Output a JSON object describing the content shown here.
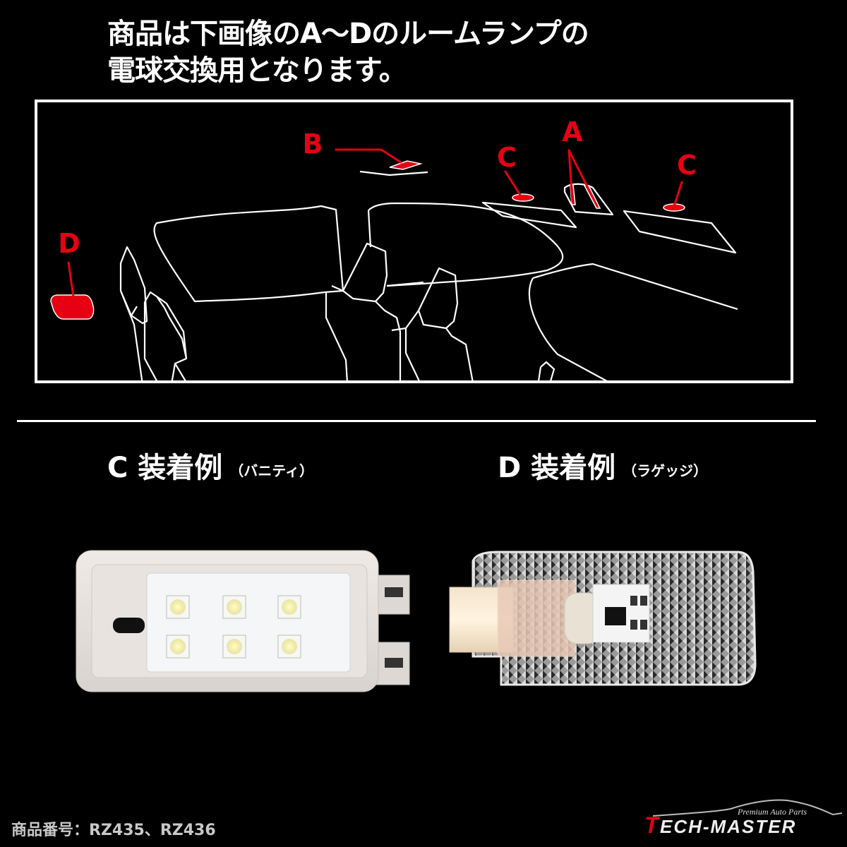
{
  "headline": {
    "line1": "商品は下画像のA～Dのルームランプの",
    "line2": "電球交換用となります。"
  },
  "diagram": {
    "labels": {
      "a": "A",
      "b": "B",
      "c_left": "C",
      "c_right": "C",
      "d": "D"
    },
    "colors": {
      "marker": "#e60012",
      "outline": "#ffffff",
      "background": "#000000"
    }
  },
  "examples": [
    {
      "letter": "C",
      "title": "装着例",
      "subtitle": "（バニティ）"
    },
    {
      "letter": "D",
      "title": "装着例",
      "subtitle": "（ラゲッジ）"
    }
  ],
  "footer": {
    "product_code": "商品番号：RZ435、RZ436",
    "logo_tagline": "Premium Auto Parts",
    "logo_text": "ECH-MASTER",
    "logo_initial": "T"
  }
}
